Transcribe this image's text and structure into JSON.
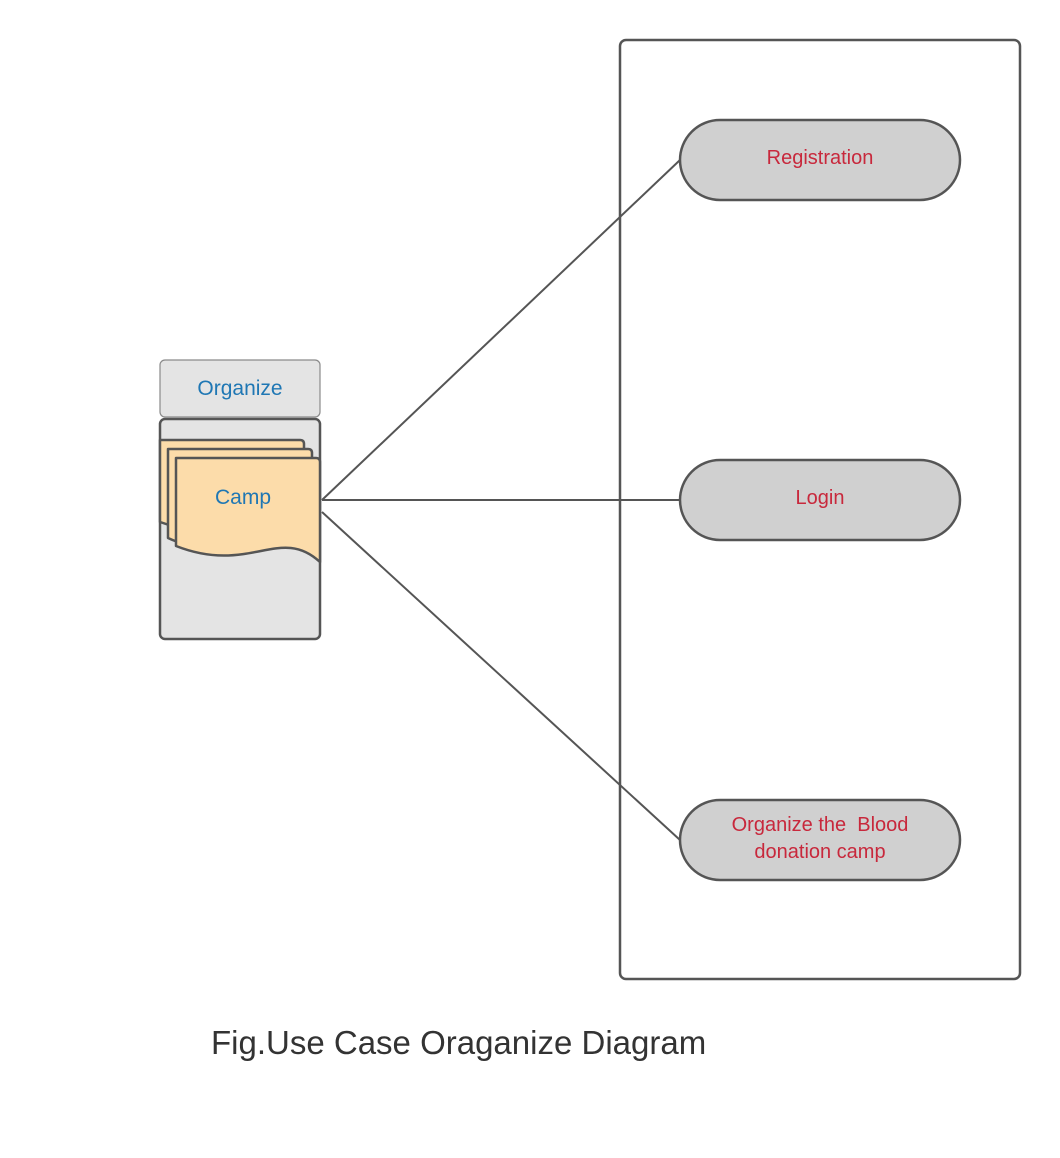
{
  "actor": {
    "header_label": "Organize",
    "body_label": "Camp"
  },
  "use_cases": [
    {
      "id": "registration",
      "lines": [
        "Registration"
      ]
    },
    {
      "id": "login",
      "lines": [
        "Login"
      ]
    },
    {
      "id": "organize-camp",
      "lines": [
        "Organize the  Blood",
        "donation camp"
      ]
    }
  ],
  "caption": "Fig.Use Case Oraganize Diagram",
  "colors": {
    "use_case_text": "#c8283c",
    "actor_text": "#1f77b4",
    "use_case_fill": "#d0d0d0",
    "actor_fill": "#e4e4e4",
    "document_fill": "#fcdcaa",
    "stroke": "#555555"
  }
}
